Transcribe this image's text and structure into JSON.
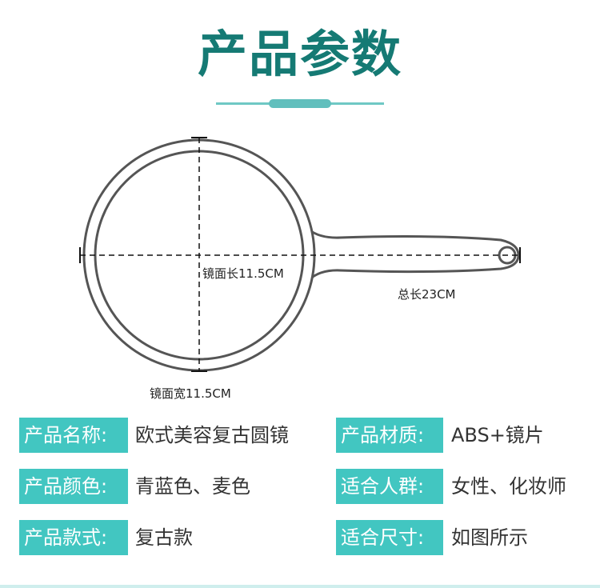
{
  "title": "产品参数",
  "dimensions": {
    "mirror_length": "镜面长11.5CM",
    "total_length": "总长23CM",
    "mirror_width": "镜面宽11.5CM"
  },
  "params": {
    "name_label": "产品名称:",
    "name_value": "欧式美容复古圆镜",
    "material_label": "产品材质:",
    "material_value": "ABS+镜片",
    "color_label": "产品颜色:",
    "color_value": "青蓝色、麦色",
    "audience_label": "适合人群:",
    "audience_value": "女性、化妆师",
    "style_label": "产品款式:",
    "style_value": "复古款",
    "size_label": "适合尺寸:",
    "size_value": "如图所示"
  },
  "colors": {
    "title": "#157a74",
    "label_bg": "#42c6c1",
    "accent": "#61bfbd"
  }
}
